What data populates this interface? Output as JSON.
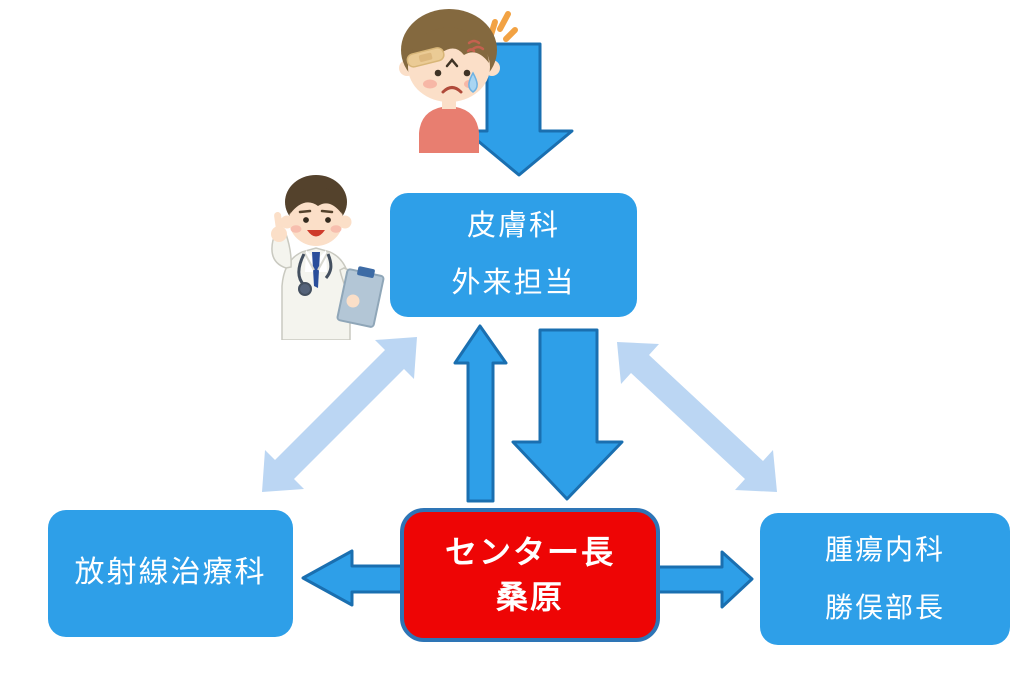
{
  "diagram": {
    "description": "referral-flow-diagram",
    "nodes": {
      "dermatology": {
        "lines": [
          "皮膚科",
          "外来担当"
        ],
        "fill": "#2E9FE8",
        "text_color": "#FFFFFF"
      },
      "radiation": {
        "lines": [
          "放射線治療科"
        ],
        "fill": "#2E9FE8",
        "text_color": "#FFFFFF"
      },
      "center_director": {
        "lines": [
          "センター長",
          "桑原"
        ],
        "fill": "#EE0505",
        "border_color": "#2E75B6",
        "text_color": "#FFFFFF"
      },
      "oncology": {
        "lines": [
          "腫瘍内科",
          "勝俣部長"
        ],
        "fill": "#2E9FE8",
        "text_color": "#FFFFFF"
      }
    },
    "illustrations": {
      "patient": "injured-crying-child",
      "doctor": "doctor-with-clipboard"
    },
    "arrows": {
      "patient_to_dermatology": "down",
      "center_to_dermatology": "up",
      "dermatology_to_center": "down",
      "center_to_radiation": "left",
      "center_to_oncology": "right",
      "dermatology_radiation_twoway": "diagonal-double",
      "dermatology_oncology_twoway": "diagonal-double"
    },
    "colors": {
      "arrow_fill": "#2E9FE8",
      "arrow_stroke": "#1A6FB0",
      "light_arrow_fill": "#BBD6F3",
      "background": "#FFFFFF"
    }
  }
}
